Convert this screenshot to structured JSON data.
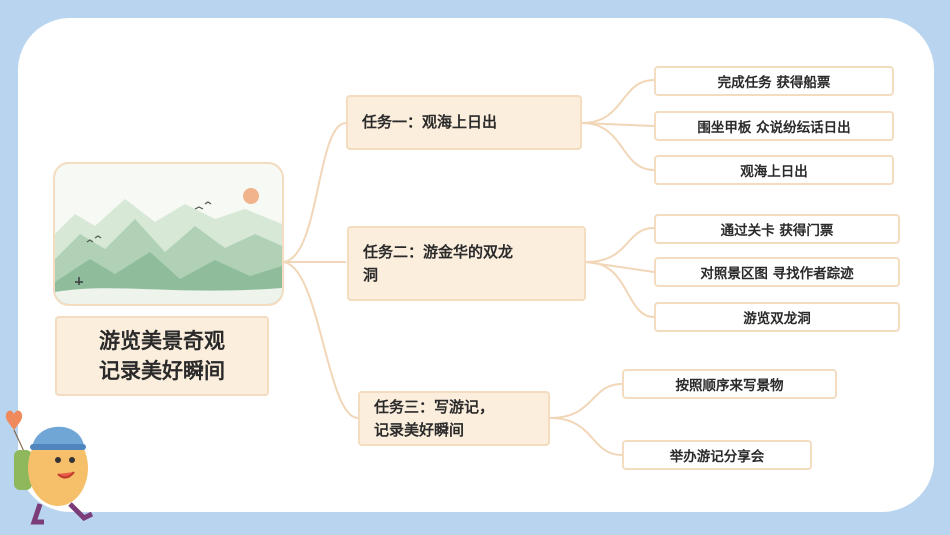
{
  "main_title": {
    "line1": "游览美景奇观",
    "line2": "记录美好瞬间"
  },
  "tasks": [
    {
      "label": "任务一：观海上日出",
      "items": [
        "完成任务 获得船票",
        "围坐甲板 众说纷纭话日出",
        "观海上日出"
      ]
    },
    {
      "label_line1": "任务二：游金华的双龙",
      "label_line2": "洞",
      "items": [
        "通过关卡 获得门票",
        "对照景区图 寻找作者踪迹",
        "游览双龙洞"
      ]
    },
    {
      "label_line1": "任务三：写游记，",
      "label_line2": "记录美好瞬间",
      "items": [
        "按照顺序来写景物",
        "举办游记分享会"
      ]
    }
  ],
  "colors": {
    "background": "#b9d4ee",
    "card": "#ffffff",
    "task_fill": "#fbeedd",
    "border": "#f3dcc0",
    "connector": "#f1d6b8"
  },
  "icons": [
    "landscape-painting",
    "mascot-egg-hiker-icon",
    "heart-balloon-icon"
  ]
}
